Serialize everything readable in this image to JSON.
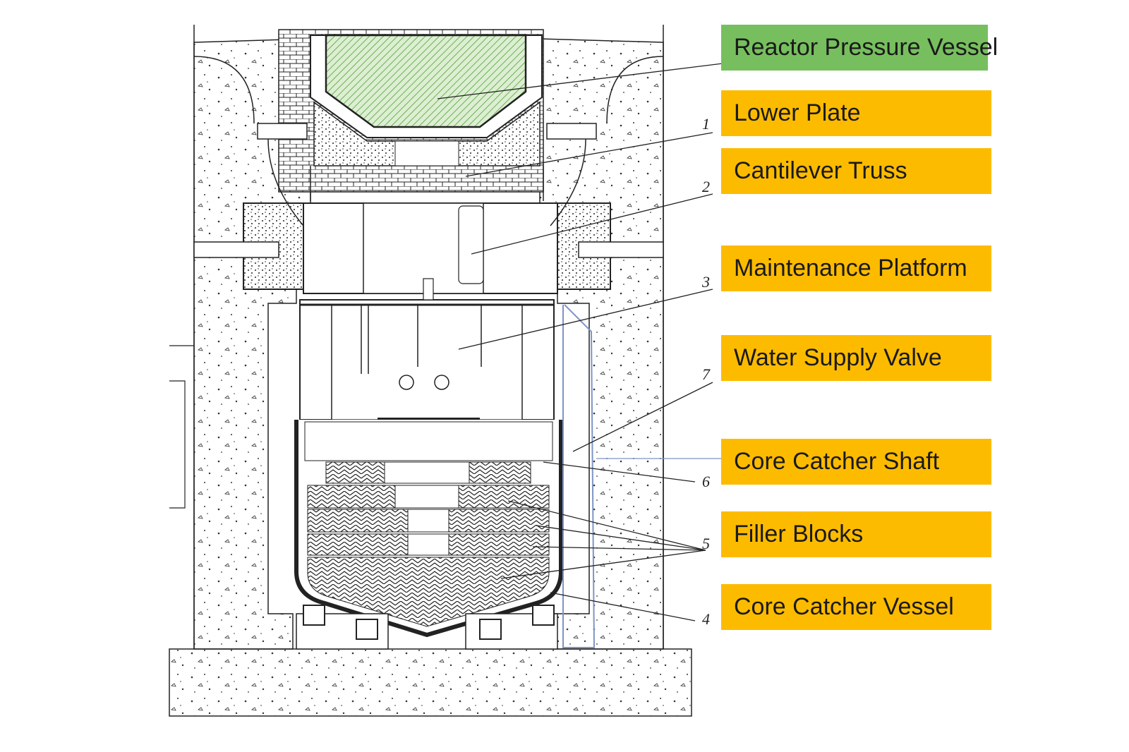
{
  "diagram": {
    "labels": [
      {
        "id": "rpv",
        "text": "Reactor Pressure Vessel",
        "color": "#77bf5e"
      },
      {
        "id": "lower-plate",
        "text": "Lower Plate",
        "color": "#fdbb00"
      },
      {
        "id": "cantilever-truss",
        "text": "Cantilever Truss",
        "color": "#fdbb00"
      },
      {
        "id": "maintenance-platform",
        "text": "Maintenance Platform",
        "color": "#fdbb00"
      },
      {
        "id": "water-supply-valve",
        "text": "Water Supply Valve",
        "color": "#fdbb00"
      },
      {
        "id": "core-catcher-shaft",
        "text": "Core Catcher Shaft",
        "color": "#fdbb00"
      },
      {
        "id": "filler-blocks",
        "text": "Filler Blocks",
        "color": "#fdbb00"
      },
      {
        "id": "core-catcher-vessel",
        "text": "Core Catcher Vessel",
        "color": "#fdbb00"
      }
    ],
    "callout_numbers": [
      "1",
      "2",
      "3",
      "7",
      "6",
      "5",
      "4"
    ],
    "colors": {
      "line": "#1a1a1a",
      "concrete_dot": "#333333",
      "rpv_hatch": "#6fae57",
      "shaft_line": "#7f95c4"
    }
  }
}
